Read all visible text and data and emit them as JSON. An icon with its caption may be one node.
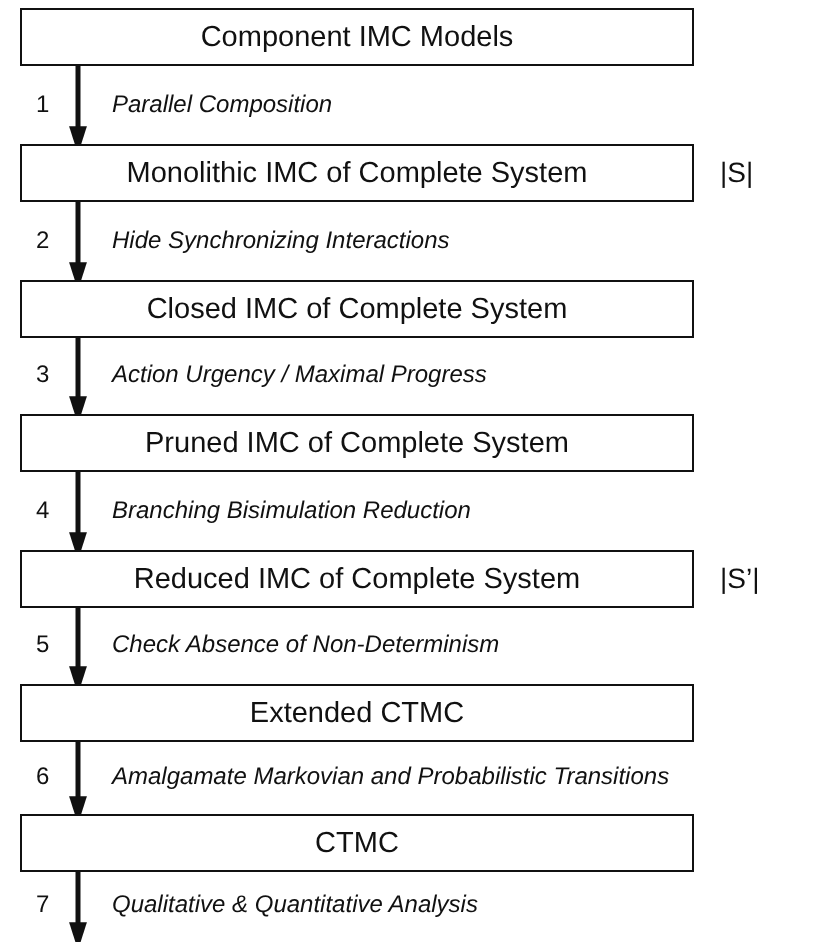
{
  "diagram": {
    "nodes": [
      {
        "text": [
          "Component IMC Models"
        ]
      },
      {
        "text": [
          "Monolithic IMC of Complete System"
        ],
        "beside": [
          "|S|"
        ]
      },
      {
        "text": [
          "Closed IMC of Complete System"
        ]
      },
      {
        "text": [
          "Pruned IMC of Complete System"
        ]
      },
      {
        "text": [
          "Reduced IMC of Complete System"
        ],
        "beside": [
          "|S’|"
        ]
      },
      {
        "text": [
          "Extended CTMC"
        ]
      },
      {
        "text": [
          "CTMC"
        ]
      }
    ],
    "edges": [
      {
        "from": 0,
        "to": 1,
        "arrow": "to",
        "label": "Parallel Composition"
      },
      {
        "from": 1,
        "to": 2,
        "arrow": "to",
        "label": "Hide Synchronizing Interactions"
      },
      {
        "from": 2,
        "to": 3,
        "arrow": "to",
        "label": "Action Urgency / Maximal Progress"
      },
      {
        "from": 3,
        "to": 4,
        "arrow": "to",
        "label": "Branching Bisimulation Reduction"
      },
      {
        "from": 4,
        "to": 5,
        "arrow": "to",
        "label": "Check Absence of Non-Determinism"
      },
      {
        "from": 5,
        "to": 6,
        "arrow": "to",
        "label": "Amalgamate Markovian and Probabilistic Transitions"
      },
      {
        "from": 6,
        "to": null,
        "arrow": "to",
        "label": "Qualitative & Quantitative Analysis"
      }
    ],
    "labels": [
      "1",
      "2",
      "3",
      "4",
      "5",
      "6",
      "7"
    ]
  }
}
